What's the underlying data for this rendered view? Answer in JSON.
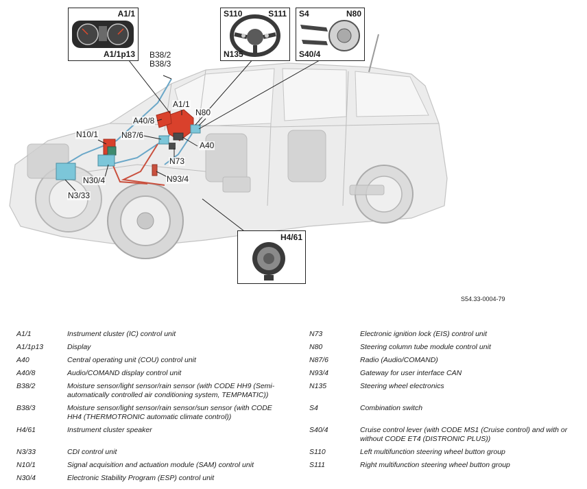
{
  "figure_ref": "S54.33-0004-79",
  "callouts": {
    "a1_1": "A1/1",
    "b38": "B38/2",
    "b38_3": "B38/3",
    "a40_8": "A40/8",
    "n80": "N80",
    "n10_1": "N10/1",
    "n87_6": "N87/6",
    "a40": "A40",
    "n73": "N73",
    "n93_4": "N93/4",
    "n30_4": "N30/4",
    "n3_33": "N3/33"
  },
  "insets": {
    "cluster": {
      "top_right": "A1/1",
      "bottom_right": "A1/1p13"
    },
    "wheel": {
      "top_left": "S110",
      "top_right": "S111",
      "bottom_left": "N135"
    },
    "switch": {
      "top_left": "S4",
      "top_right": "N80",
      "bottom_left": "S40/4"
    },
    "speaker": {
      "top_right": "H4/61"
    }
  },
  "colors": {
    "highlight_red": "#d9412c",
    "highlight_cyan": "#7cc6d9",
    "highlight_green": "#3e8a6e",
    "wire_blue": "#6aa7c8",
    "wire_red": "#c9503e"
  },
  "legend_left": [
    {
      "code": "A1/1",
      "desc": "Instrument cluster (IC) control unit"
    },
    {
      "code": "A1/1p13",
      "desc": "Display"
    },
    {
      "code": "A40",
      "desc": "Central operating unit (COU) control unit"
    },
    {
      "code": "A40/8",
      "desc": "Audio/COMAND display control unit"
    },
    {
      "code": "B38/2",
      "desc": "Moisture sensor/light sensor/rain sensor (with CODE HH9 (Semi-automatically controlled air conditioning system, TEMPMATIC))"
    },
    {
      "code": "B38/3",
      "desc": "Moisture sensor/light sensor/rain sensor/sun sensor (with CODE HH4 (THERMOTRONIC automatic climate control))"
    },
    {
      "code": "H4/61",
      "desc": "Instrument cluster speaker"
    },
    {
      "code": "N3/33",
      "desc": "CDI control unit"
    },
    {
      "code": "N10/1",
      "desc": "Signal acquisition and actuation module (SAM) control unit"
    },
    {
      "code": "N30/4",
      "desc": "Electronic Stability Program (ESP) control unit"
    }
  ],
  "legend_right": [
    {
      "code": "N73",
      "desc": "Electronic ignition lock (EIS) control unit"
    },
    {
      "code": "N80",
      "desc": "Steering column tube module control unit"
    },
    {
      "code": "N87/6",
      "desc": "Radio (Audio/COMAND)"
    },
    {
      "code": "N93/4",
      "desc": "Gateway for user interface CAN"
    },
    {
      "code": "N135",
      "desc": "Steering wheel electronics"
    },
    {
      "code": "S4",
      "desc": "Combination switch"
    },
    {
      "code": "S40/4",
      "desc": "Cruise control lever (with CODE MS1 (Cruise control) and with or without CODE ET4 (DISTRONIC PLUS))"
    },
    {
      "code": "S110",
      "desc": "Left multifunction steering wheel button group"
    },
    {
      "code": "S111",
      "desc": "Right multifunction steering wheel button group"
    }
  ]
}
